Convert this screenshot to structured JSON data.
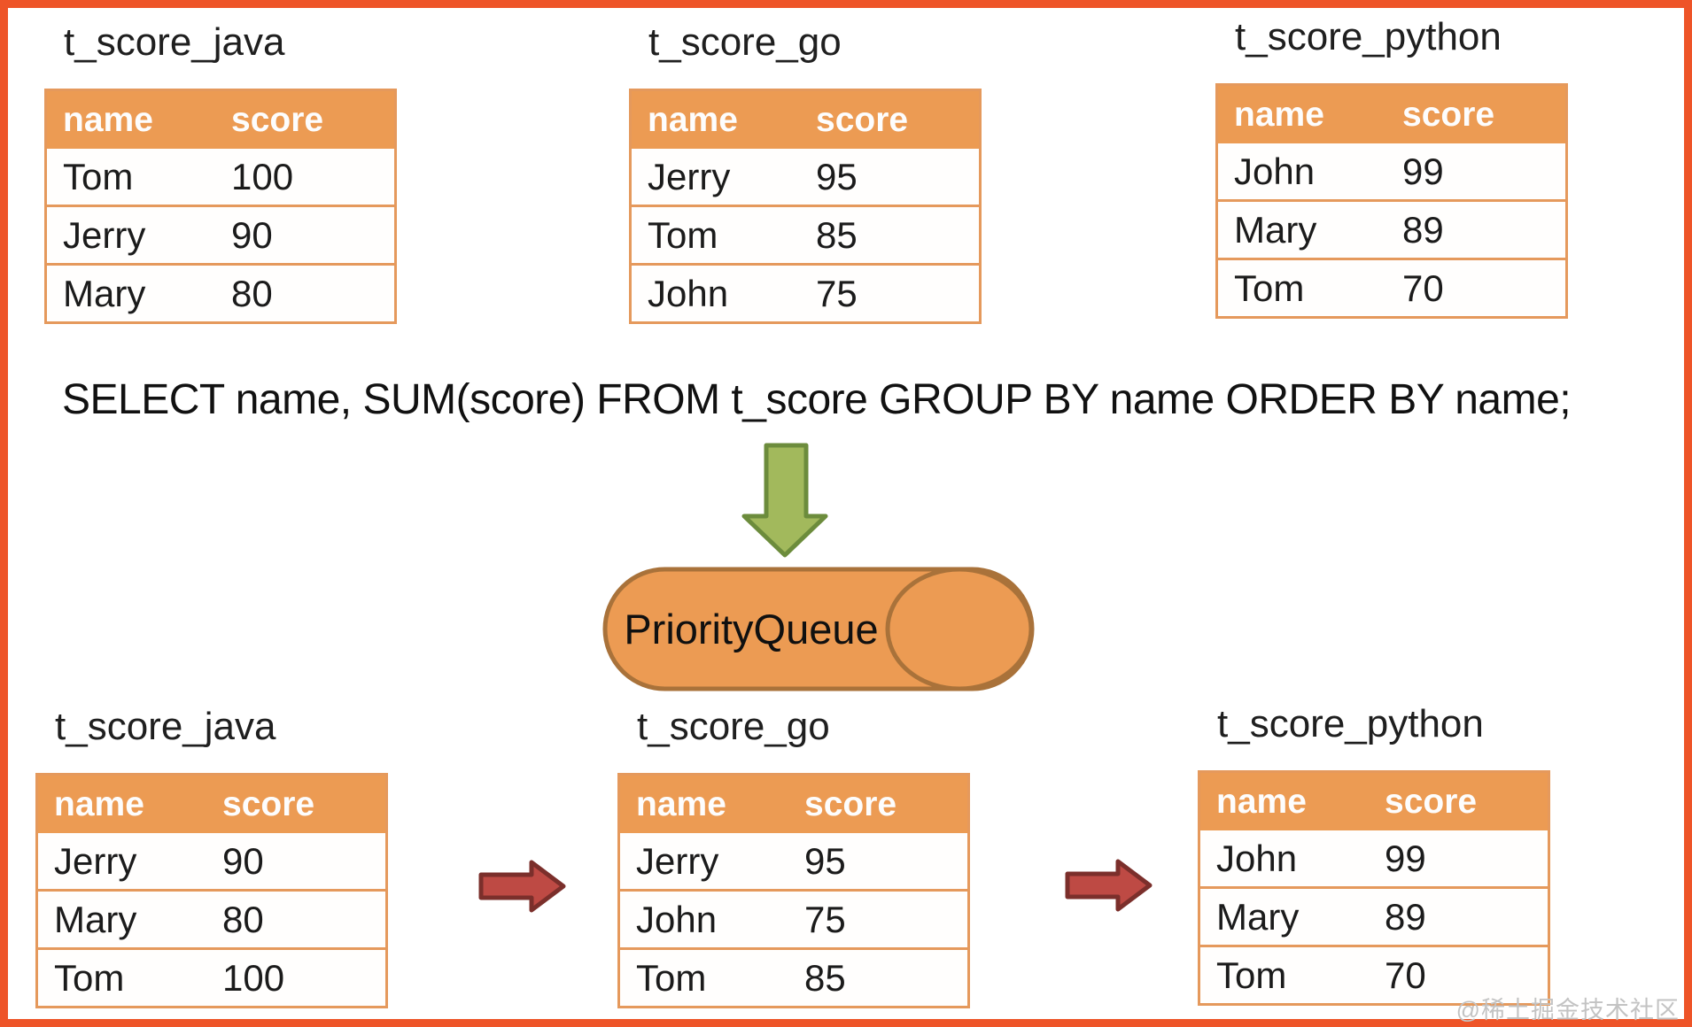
{
  "sql": {
    "statement": "SELECT name, SUM(score) FROM t_score GROUP BY name ORDER BY name;"
  },
  "queue": {
    "label": "PriorityQueue"
  },
  "watermark": "@稀土掘金技术社区",
  "icons": {
    "down_arrow": "green-block-down-arrow",
    "right_arrow": "red-block-right-arrow",
    "cylinder": "horizontal-queue-cylinder"
  },
  "colors": {
    "frame": "#EE5428",
    "table_header": "#EC9B53",
    "table_border": "#E5995C",
    "header_text": "#FDFDFD",
    "cell_text": "#1B1B1B",
    "green_arrow_fill": "#A2B95C",
    "green_arrow_stroke": "#6C8C3C",
    "red_arrow_fill": "#BE4A44",
    "red_arrow_stroke": "#7B2F2B",
    "cylinder_fill": "#EC9B53",
    "cylinder_stroke": "#A9723A",
    "watermark_text": "#C3C3C3"
  },
  "tables": {
    "top": [
      {
        "title": "t_score_java",
        "headers": [
          "name",
          "score"
        ],
        "rows": [
          [
            "Tom",
            "100"
          ],
          [
            "Jerry",
            "90"
          ],
          [
            "Mary",
            "80"
          ]
        ]
      },
      {
        "title": "t_score_go",
        "headers": [
          "name",
          "score"
        ],
        "rows": [
          [
            "Jerry",
            "95"
          ],
          [
            "Tom",
            "85"
          ],
          [
            "John",
            "75"
          ]
        ]
      },
      {
        "title": "t_score_python",
        "headers": [
          "name",
          "score"
        ],
        "rows": [
          [
            "John",
            "99"
          ],
          [
            "Mary",
            "89"
          ],
          [
            "Tom",
            "70"
          ]
        ]
      }
    ],
    "bottom": [
      {
        "title": "t_score_java",
        "headers": [
          "name",
          "score"
        ],
        "rows": [
          [
            "Jerry",
            "90"
          ],
          [
            "Mary",
            "80"
          ],
          [
            "Tom",
            "100"
          ]
        ]
      },
      {
        "title": "t_score_go",
        "headers": [
          "name",
          "score"
        ],
        "rows": [
          [
            "Jerry",
            "95"
          ],
          [
            "John",
            "75"
          ],
          [
            "Tom",
            "85"
          ]
        ]
      },
      {
        "title": "t_score_python",
        "headers": [
          "name",
          "score"
        ],
        "rows": [
          [
            "John",
            "99"
          ],
          [
            "Mary",
            "89"
          ],
          [
            "Tom",
            "70"
          ]
        ]
      }
    ]
  }
}
